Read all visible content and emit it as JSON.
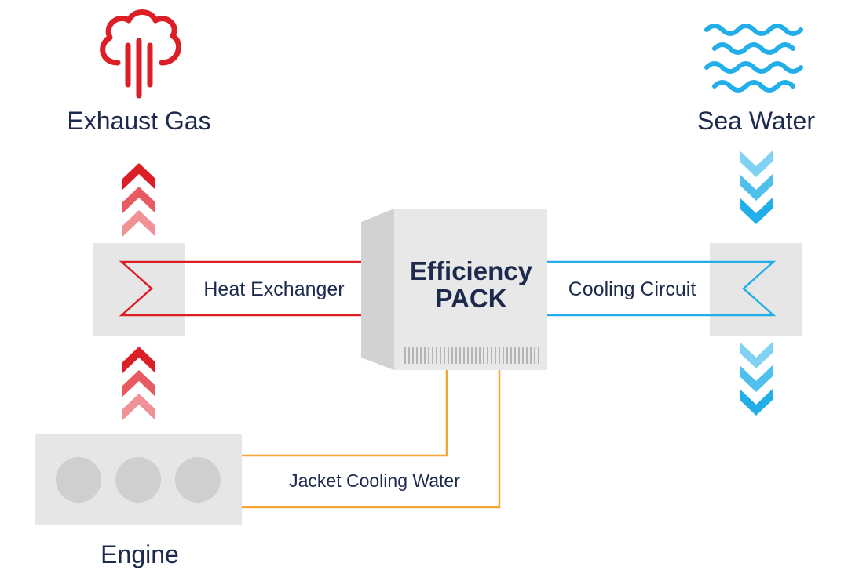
{
  "labels": {
    "exhaust_gas": "Exhaust Gas",
    "sea_water": "Sea Water",
    "heat_exchanger": "Heat Exchanger",
    "cooling_circuit": "Cooling Circuit",
    "pack_line1": "Efficiency",
    "pack_line2": "PACK",
    "jacket_cooling_water": "Jacket Cooling Water",
    "engine": "Engine"
  },
  "colors": {
    "red": "#dc1f26",
    "red_mid": "#e75a60",
    "red_light": "#f09196",
    "blue": "#22aee8",
    "blue_light": "#7fd2f2",
    "orange": "#f5a534",
    "gray_box": "#e6e6e6",
    "gray_circle": "#cfcfcf",
    "text_dark": "#1d2a4d"
  },
  "icons": {
    "exhaust": "steam-cloud-icon",
    "sea": "waves-icon"
  }
}
